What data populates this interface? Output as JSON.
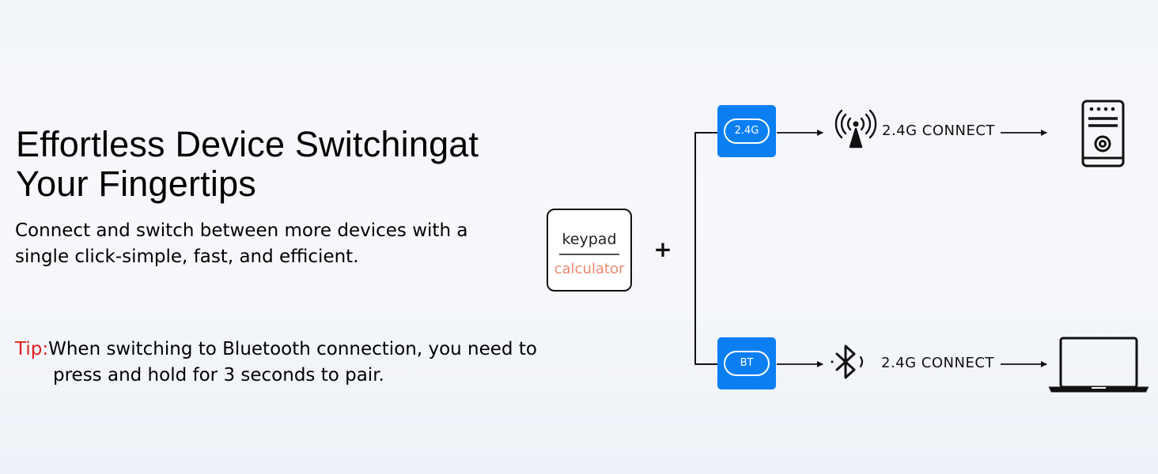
{
  "headline": {
    "line1": "Effortless Device Switchingat",
    "line2": "Your Fingertips"
  },
  "subtitle": {
    "line1": "Connect and switch between more devices with a",
    "line2": "single click-simple, fast, and efficient."
  },
  "tip": {
    "label": "Tip:",
    "line1": "When switching to Bluetooth connection, you need to",
    "line2": "press and hold for 3 seconds to pair."
  },
  "device": {
    "top_label": "keypad",
    "bottom_label": "calculator",
    "bottom_label_color": "#e9886d"
  },
  "plus": "+",
  "modes": [
    {
      "button_label": "2.4G",
      "icon": "antenna-icon",
      "connect_text": "2.4G CONNECT",
      "target_icon": "desktop-tower-icon"
    },
    {
      "button_label": "BT",
      "icon": "bluetooth-icon",
      "connect_text": "2.4G CONNECT",
      "target_icon": "laptop-icon"
    }
  ],
  "colors": {
    "button_blue": "#0b7ff2",
    "tip_red": "#e0201c"
  }
}
